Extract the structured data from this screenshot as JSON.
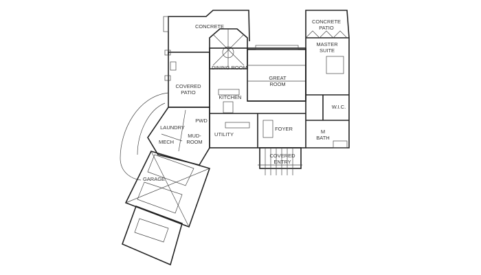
{
  "floor_plan": {
    "rooms": {
      "concrete": "CONCRETE",
      "concrete_patio_1": "CONCRETE",
      "concrete_patio_2": "PATIO",
      "master_suite_1": "MASTER",
      "master_suite_2": "SUITE",
      "dining_room": "DINING ROOM",
      "great_room_1": "GREAT",
      "great_room_2": "ROOM",
      "covered_patio_1": "COVERED",
      "covered_patio_2": "PATIO",
      "kitchen": "KITCHEN",
      "wic": "W.I.C.",
      "pwd": "PWD",
      "laundry": "LAUNDRY",
      "mech": "MECH",
      "mudroom_1": "MUD-",
      "mudroom_2": "ROOM",
      "utility": "UTILITY",
      "foyer": "FOYER",
      "m_bath_1": "M",
      "m_bath_2": "BATH",
      "covered_entry_1": "COVERED",
      "covered_entry_2": "ENTRY",
      "garage": "GARAGE"
    }
  }
}
